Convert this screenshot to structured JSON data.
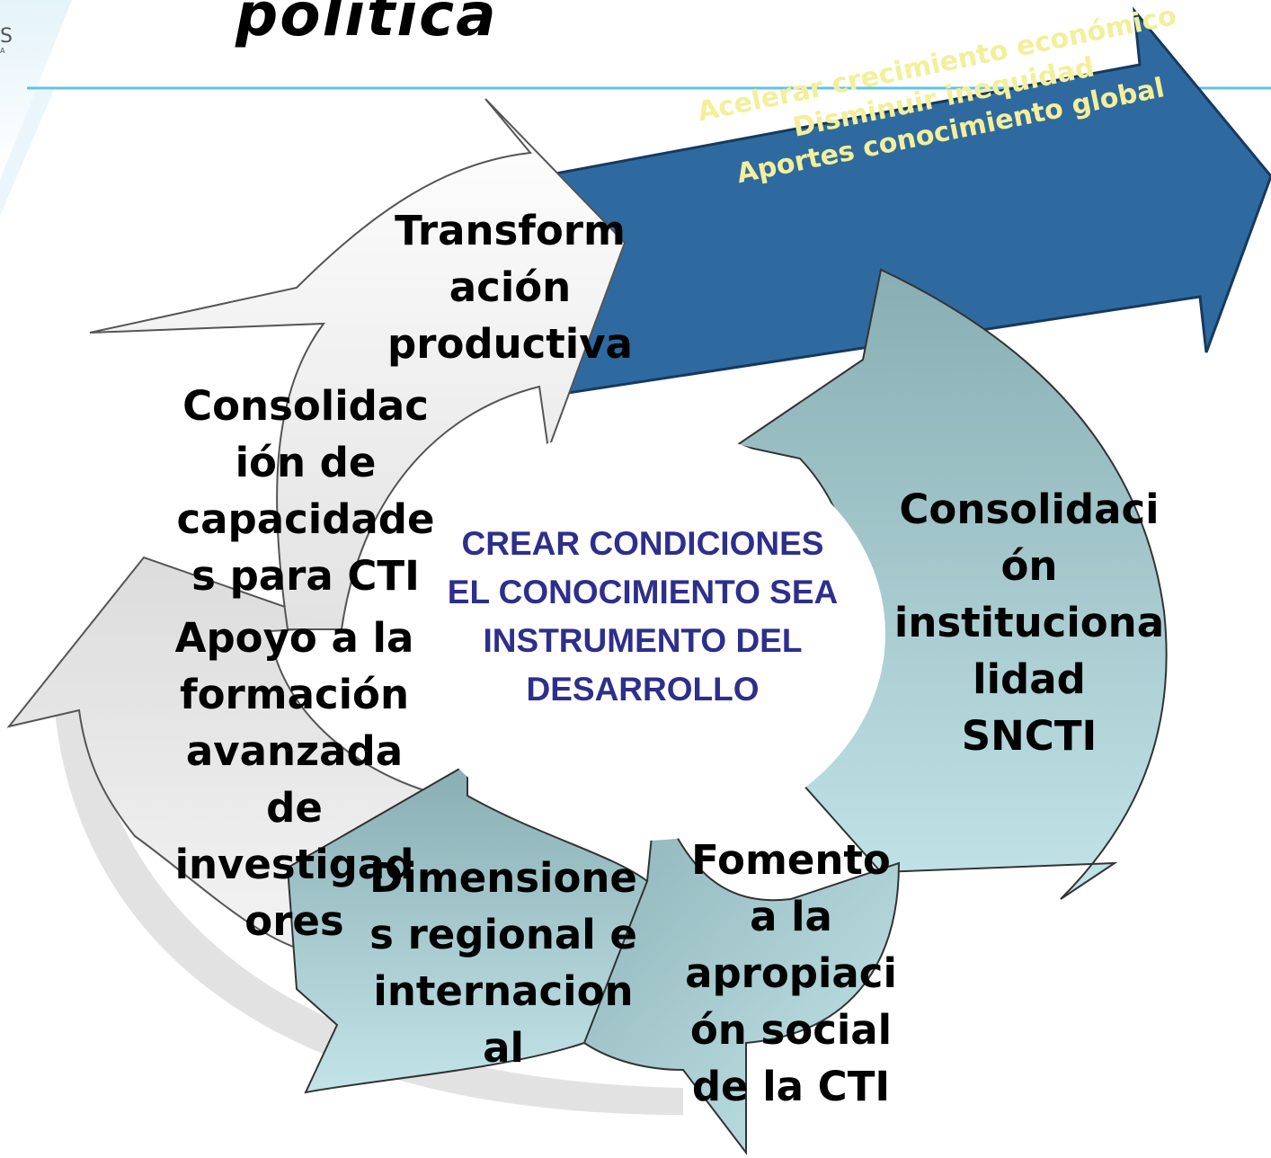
{
  "title": "política",
  "logo": {
    "letter": "S",
    "small": "A"
  },
  "outcomes": [
    "Acelerar crecimiento económico",
    "Disminuir inequidad",
    "Aportes conocimiento global"
  ],
  "center": "CREAR CONDICIONES\nEL CONOCIMIENTO SEA\nINSTRUMENTO DEL\nDESARROLLO",
  "cycle_steps": {
    "transformacion": "Transform\nación\nproductiva",
    "consolidacion_capacidades": "Consolidac\nión de\ncapacidade\ns para CTI",
    "apoyo_formacion": "Apoyo a la\nformación\navanzada\nde\ninvestigad\nores",
    "consolidacion_institucionalidad": "Consolidaci\nón\ninstituciona\nlidad\nSNCTI",
    "dimensiones": "Dimensione\ns regional e\ninternacion\nal",
    "fomento": "Fomento\na la\napropiaci\nón social\nde la CTI"
  },
  "colors": {
    "banner": "#2e6aa0",
    "teal": "#8fb9bd",
    "teal_light": "#bfe1e5",
    "gray_light": "#f4f4f4",
    "gray_dark": "#c4c4c4",
    "center_text": "#2e2e8c",
    "goal_text": "#f3ef9a",
    "rule": "#5cc4e8"
  }
}
